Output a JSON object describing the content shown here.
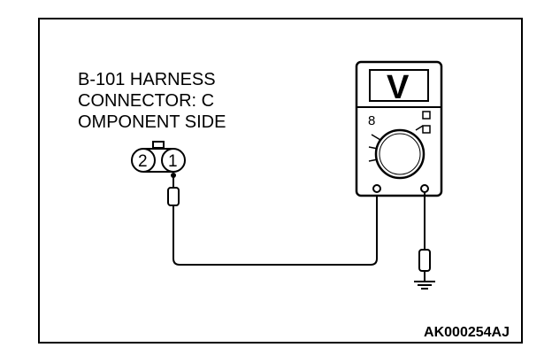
{
  "diagram": {
    "connector_label": {
      "line1": "B-101 HARNESS",
      "line2": "CONNECTOR: C",
      "line3": "OMPONENT SIDE"
    },
    "connector_pins": {
      "pin_left": "2",
      "pin_right": "1"
    },
    "meter_display": "V",
    "meter_scale_mark": "8",
    "figure_code": "AK000254AJ"
  }
}
